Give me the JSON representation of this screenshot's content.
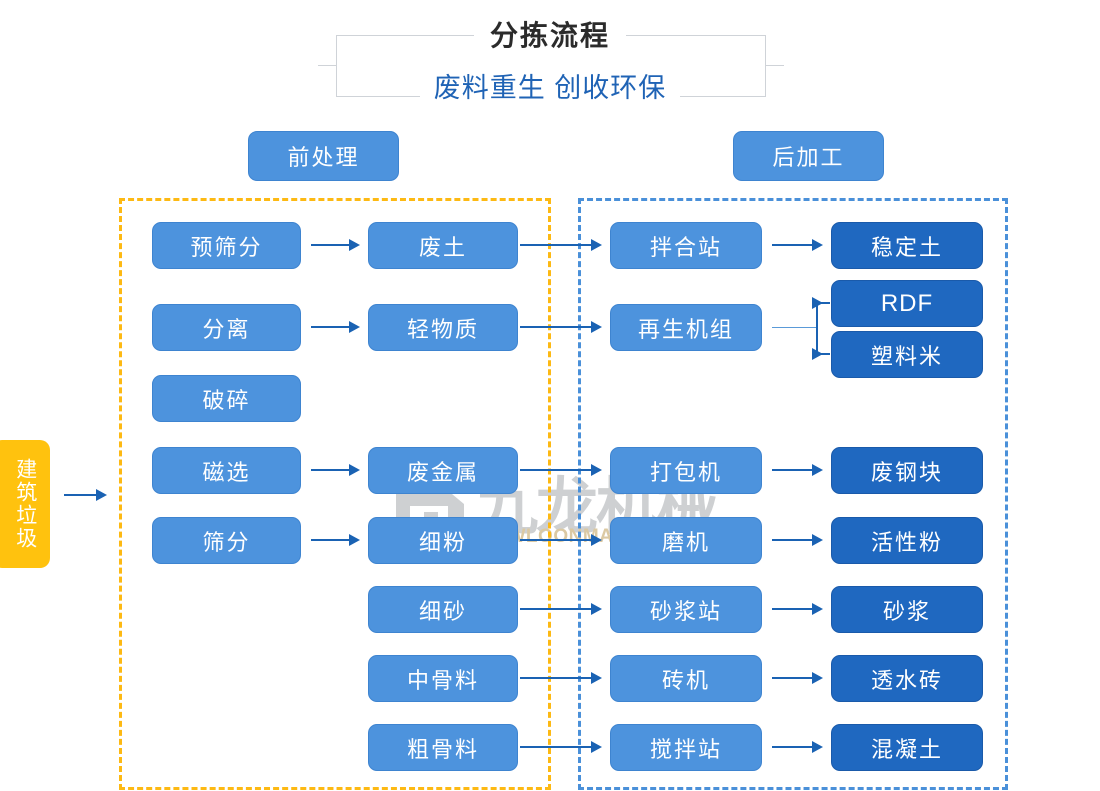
{
  "title": {
    "main": "分拣流程",
    "sub": "废料重生 创收环保"
  },
  "watermark": {
    "cn": "九龙机械",
    "en": "KOWLOONMACHINERY",
    "logo_icon": "kowloon-logo-icon"
  },
  "source": {
    "label": "建筑垃圾"
  },
  "groups": {
    "pre": {
      "label": "前处理",
      "border_color": "#fdb913"
    },
    "post": {
      "label": "后加工",
      "border_color": "#4a90d9"
    }
  },
  "colors": {
    "light_blue": "#4d93dd",
    "dark_blue": "#1f68c0",
    "yellow": "#ffc20e",
    "arrow": "#1a62b3",
    "title_dark": "#2b2b2b",
    "title_blue": "#1f63b5"
  },
  "nodes": {
    "col1": [
      {
        "label": "预筛分"
      },
      {
        "label": "分离"
      },
      {
        "label": "破碎"
      },
      {
        "label": "磁选"
      },
      {
        "label": "筛分"
      }
    ],
    "col2": [
      {
        "label": "废土"
      },
      {
        "label": "轻物质"
      },
      {
        "label": "废金属"
      },
      {
        "label": "细粉"
      },
      {
        "label": "细砂"
      },
      {
        "label": "中骨料"
      },
      {
        "label": "粗骨料"
      }
    ],
    "col3": [
      {
        "label": "拌合站"
      },
      {
        "label": "再生机组"
      },
      {
        "label": "打包机"
      },
      {
        "label": "磨机"
      },
      {
        "label": "砂浆站"
      },
      {
        "label": "砖机"
      },
      {
        "label": "搅拌站"
      }
    ],
    "col4": [
      {
        "label": "稳定土"
      },
      {
        "label": "RDF"
      },
      {
        "label": "塑料米"
      },
      {
        "label": "废钢块"
      },
      {
        "label": "活性粉"
      },
      {
        "label": "砂浆"
      },
      {
        "label": "透水砖"
      },
      {
        "label": "混凝土"
      }
    ]
  }
}
